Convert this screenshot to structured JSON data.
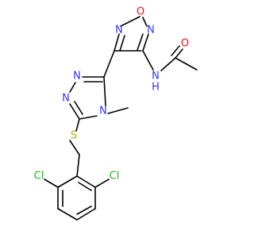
{
  "molecule": {
    "atom_labels": {
      "o_furazan": "O",
      "n_furazan_left": "N",
      "n_furazan_right": "N",
      "nh": "N",
      "h_of_nh": "H",
      "o_carbonyl": "O",
      "n_triazole_1": "N",
      "n_triazole_2": "N",
      "n_triazole_4": "N",
      "s_thioether": "S",
      "cl_left": "Cl",
      "cl_right": "Cl"
    },
    "colors": {
      "bond": "#000000",
      "nitrogen": "#3333ff",
      "oxygen": "#ff0d0d",
      "sulfur": "#b2b200",
      "chlorine": "#1fb71f"
    }
  }
}
